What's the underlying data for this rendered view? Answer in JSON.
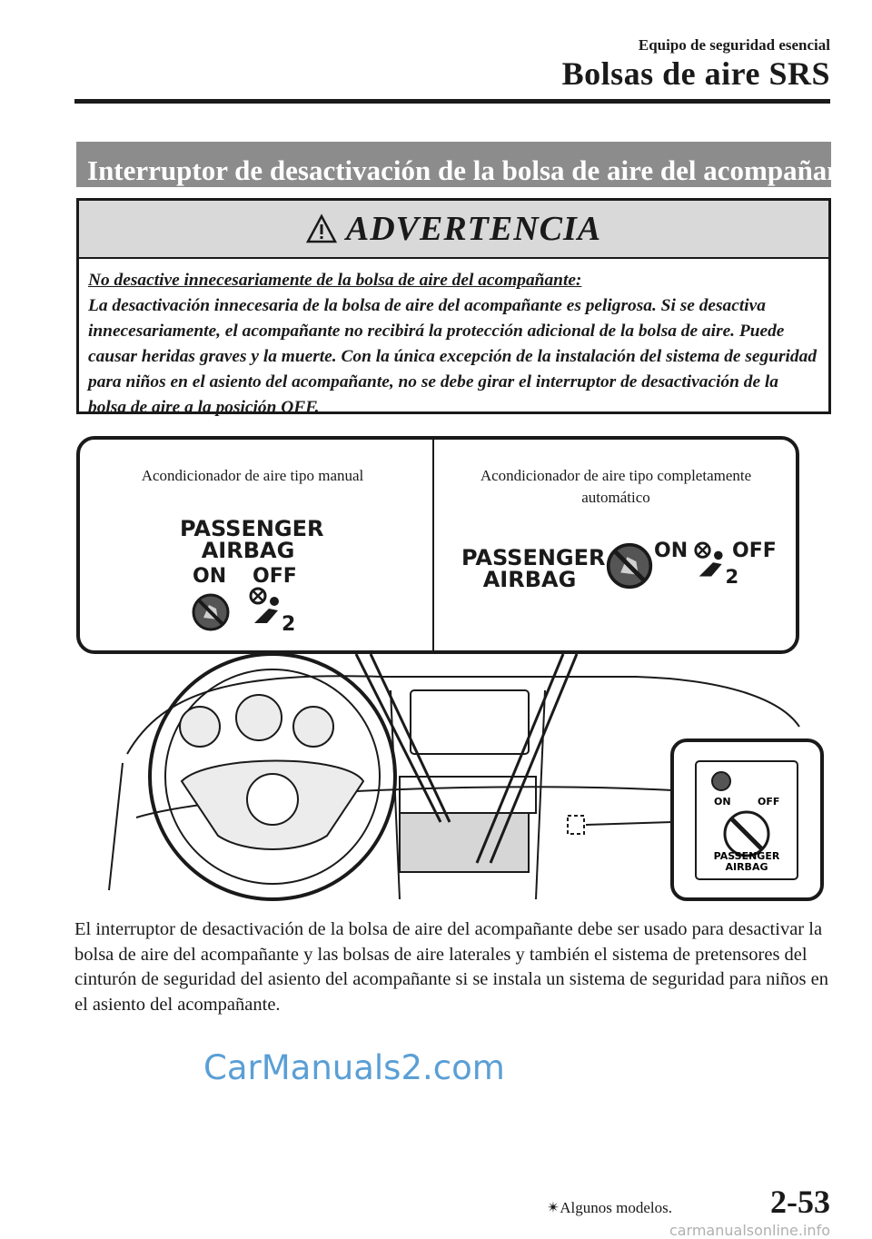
{
  "header": {
    "chapter": "Equipo de seguridad esencial",
    "title": "Bolsas de aire SRS"
  },
  "section": {
    "title": "Interruptor de desactivación de la bolsa de aire del acompañante",
    "star": "✴"
  },
  "warning": {
    "title": "ADVERTENCIA",
    "subtitle": "No desactive innecesariamente de la bolsa de aire del acompañante:",
    "text": "La desactivación innecesaria de la bolsa de aire del acompañante es peligrosa. Si se desactiva innecesariamente, el acompañante no recibirá la protección adicional de la bolsa de aire. Puede causar heridas graves y la muerte. Con la única excepción de la instalación del sistema de seguridad para niños en el asiento del acompañante, no se debe girar el interruptor de desactivación de la bolsa de aire a la posición OFF."
  },
  "figure": {
    "caption_manual": "Acondicionador de aire tipo manual",
    "caption_auto": "Acondicionador de aire tipo completamente automático",
    "label_passenger": "PASSENGER",
    "label_airbag": "AIRBAG",
    "label_on": "ON",
    "label_off": "OFF",
    "label_2": "2",
    "switch_passenger": "PASSENGER",
    "switch_airbag": "AIRBAG",
    "switch_on": "ON",
    "switch_off": "OFF"
  },
  "body": {
    "paragraph": "El interruptor de desactivación de la bolsa de aire del acompañante debe ser usado para desactivar la bolsa de aire del acompañante y las bolsas de aire laterales y también el sistema de pretensores del cinturón de seguridad del asiento del acompañante si se instala un sistema de seguridad para niños en el asiento del acompañante."
  },
  "watermark": "CarManuals2.com",
  "footer": {
    "star": "✴",
    "footnote": "Algunos modelos.",
    "page": "2-53",
    "bottom_watermark": "carmanualsonline.info"
  }
}
